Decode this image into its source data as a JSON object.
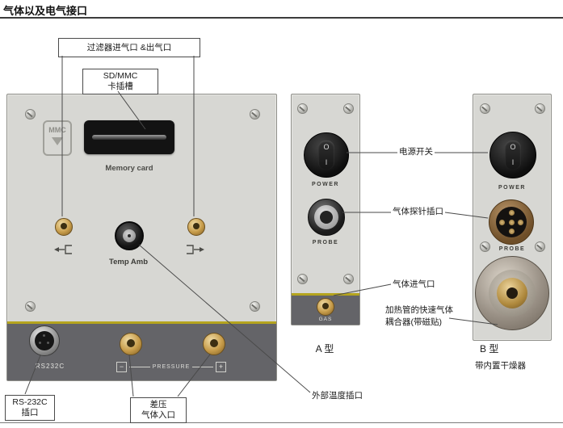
{
  "page": {
    "title": "气体以及电气接口"
  },
  "callouts": {
    "filter_ports": "过滤器进气口 &出气口",
    "sd_mmc": [
      "SD/MMC",
      "卡插槽"
    ],
    "power_switch": "电源开关",
    "probe_socket": "气体探针插口",
    "gas_inlet": "气体进气口",
    "heater_coupler": [
      "加热管的快速气体",
      "耦合器(带磁贴)"
    ],
    "rs232": [
      "RS-232C",
      "插口"
    ],
    "diff_pressure": [
      "差压",
      "气体入口"
    ],
    "ext_temp": "外部温度插口"
  },
  "main_panel": {
    "mmc_logo": "MMC",
    "memory_card": "Memory card",
    "temp_amb": "Temp Amb",
    "rs232c": "RS232C",
    "pressure": "PRESSURE",
    "minus": "−",
    "plus": "+"
  },
  "panel_a": {
    "power": "POWER",
    "probe": "PROBE",
    "gas": "GAS",
    "switch_off": "O",
    "switch_on": "I",
    "caption": "A 型"
  },
  "panel_b": {
    "power": "POWER",
    "probe": "PROBE",
    "switch_off": "O",
    "switch_on": "I",
    "caption": "B 型",
    "caption_sub": "带内置干燥器"
  },
  "colors": {
    "accent_line": "#b5a41e",
    "panel_light": "#d7d7d3",
    "panel_dark": "#646468",
    "brass": "#c79c4a",
    "callout_line": "#4a4a4a"
  }
}
